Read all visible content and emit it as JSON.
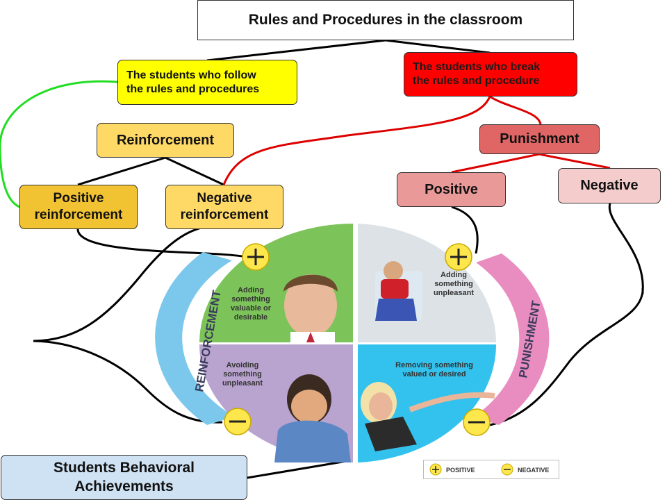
{
  "title": "Rules and Procedures in the classroom",
  "follow": [
    "The students who follow",
    "the rules and procedures"
  ],
  "break": [
    "The students who break",
    "the rules and procedure"
  ],
  "reinforcement": "Reinforcement",
  "punishment": "Punishment",
  "positive_reinforcement": [
    "Positive",
    "reinforcement"
  ],
  "negative_reinforcement": [
    "Negative",
    "reinforcement"
  ],
  "positive_punishment": "Positive",
  "negative_punishment": "Negative",
  "achievements": [
    "Students Behavioral",
    "Achievements"
  ],
  "quadrants": {
    "top_left": [
      "Adding",
      "something",
      "valuable or",
      "desirable"
    ],
    "top_right": [
      "Adding",
      "something",
      "unpleasant"
    ],
    "bottom_left": [
      "Avoiding",
      "something",
      "unpleasant"
    ],
    "bottom_right": [
      "Removing something",
      "valued or desired"
    ]
  },
  "arc_labels": {
    "left": "REINFORCEMENT",
    "right": "PUNISHMENT"
  },
  "legend": {
    "positive": "POSITIVE",
    "negative": "NEGATIVE"
  },
  "colors": {
    "follow": "#ffff00",
    "break": "#ff0000",
    "green_connector": "#22dd22",
    "red_connector": "#dd0000",
    "quad_top_left": "#7cc35a",
    "quad_top_right": "#dde2e6",
    "quad_bottom_left": "#b9a3cf",
    "quad_bottom_right": "#33c2ee",
    "arc_left": "#7cc8ec",
    "arc_right": "#e98cc0",
    "badge": "#fde74c"
  }
}
